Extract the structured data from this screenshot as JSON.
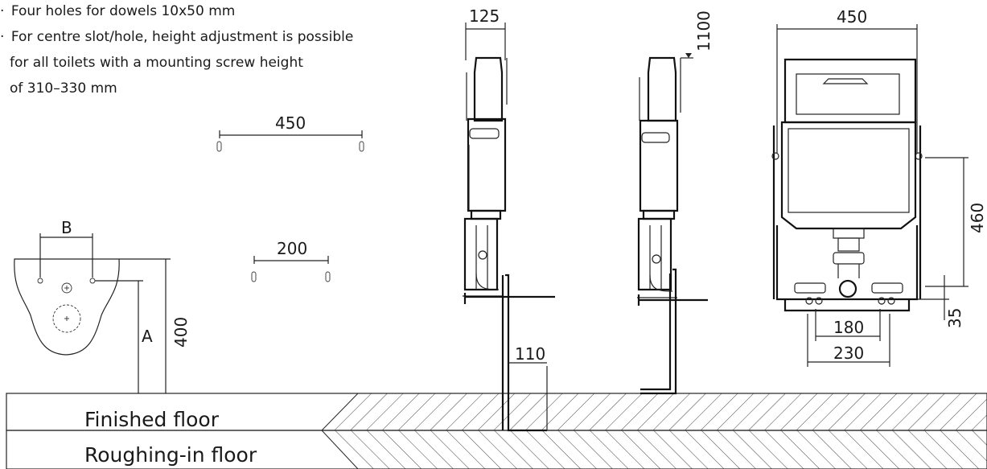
{
  "notes": {
    "line1": "Four holes for dowels 10x50 mm",
    "line2": "For centre slot/hole, height adjustment is possible",
    "line3": "for all toilets with a mounting screw height",
    "line4": "of 310–330 mm",
    "bullet": "·"
  },
  "dimensions": {
    "hole_spacing_top": "450",
    "hole_spacing_centre": "200",
    "pan_b": "B",
    "pan_a": "A",
    "pan_height": "400",
    "side_depth": "125",
    "side_top_height": "1100",
    "floor_offset": "110",
    "front_width": "450",
    "front_height": "460",
    "front_bottom": "35",
    "front_inner": "180",
    "front_outer": "230"
  },
  "floors": {
    "finished": "Finished floor",
    "roughing": "Roughing-in floor"
  }
}
